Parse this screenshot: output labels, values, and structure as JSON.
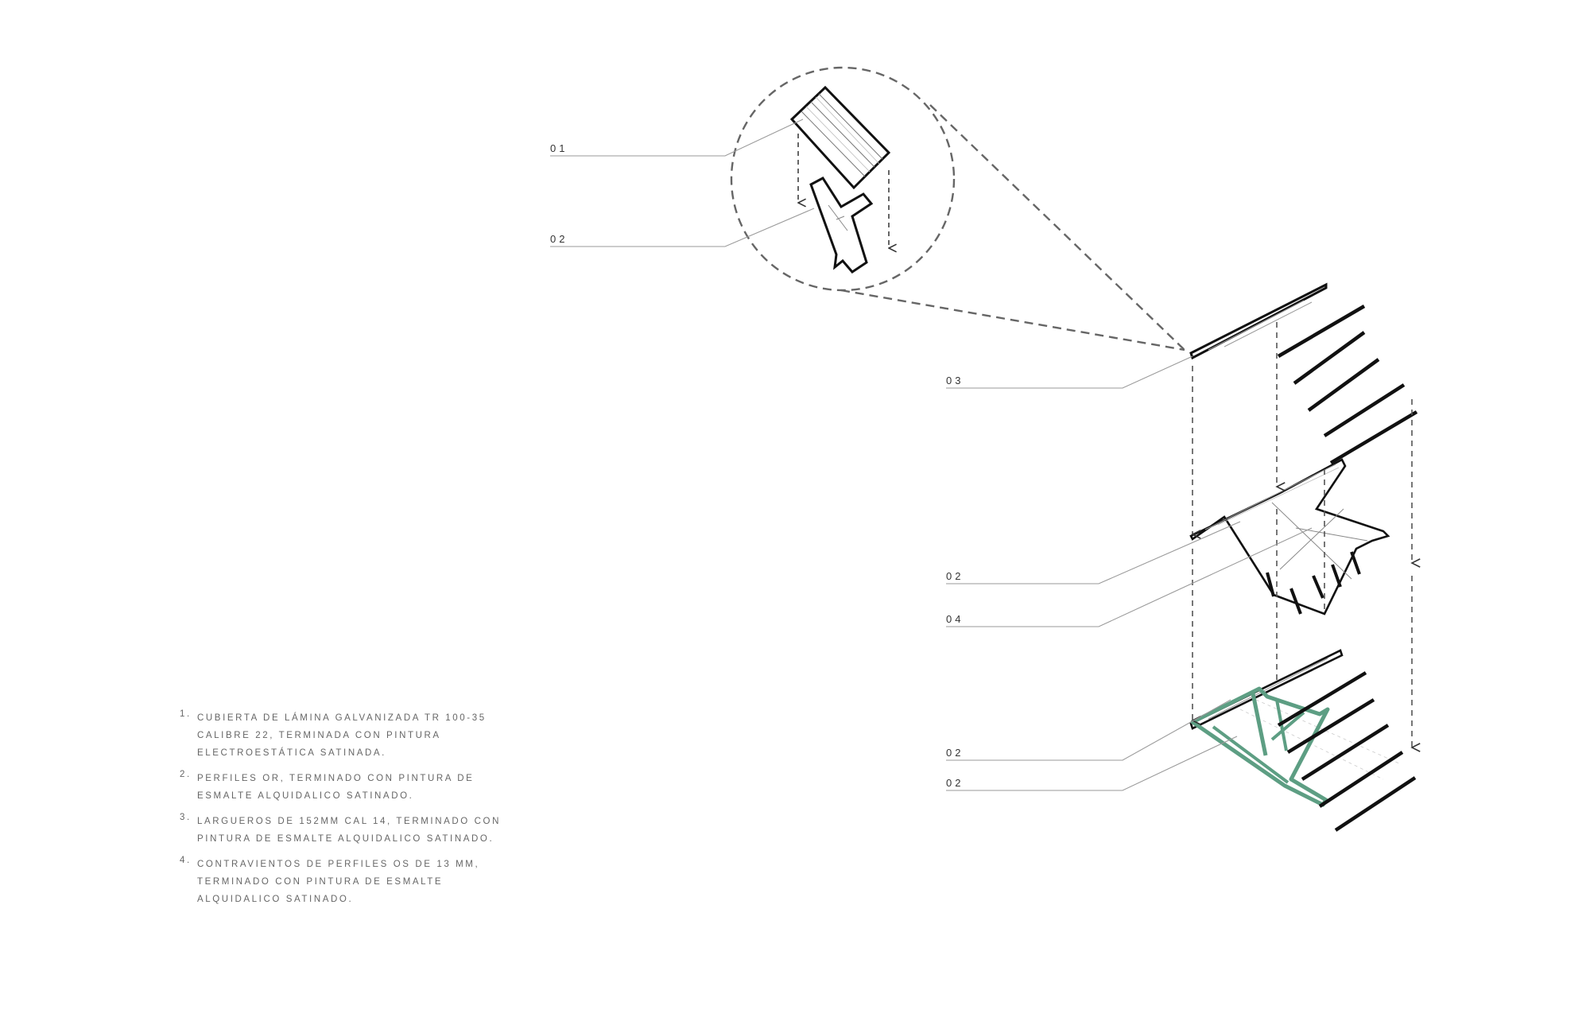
{
  "callouts": {
    "c1": "01",
    "c2": "02",
    "c3": "03",
    "c4": "02",
    "c5": "04",
    "c6": "02",
    "c7": "02"
  },
  "legend": [
    {
      "num": "1.",
      "lines": [
        "Cubierta de  lámina galvanizada TR 100-35",
        "calibre 22, terminada con pintura",
        "electroestática satinada."
      ]
    },
    {
      "num": "2.",
      "lines": [
        "Perfiles OR, terminado con pintura de",
        "esmalte alquidalico satinado."
      ]
    },
    {
      "num": "3.",
      "lines": [
        "Largueros de 152mm cal 14, terminado con",
        "pintura de esmalte alquidalico satinado."
      ]
    },
    {
      "num": "4.",
      "lines": [
        "Contravientos de perfiles OS de 13 mm,",
        "terminado con pintura de esmalte",
        "alquidalico satinado."
      ]
    }
  ],
  "colors": {
    "line": "#111111",
    "leader": "#9a9a9a",
    "dash": "#666666",
    "truss": "#5d9e83"
  }
}
